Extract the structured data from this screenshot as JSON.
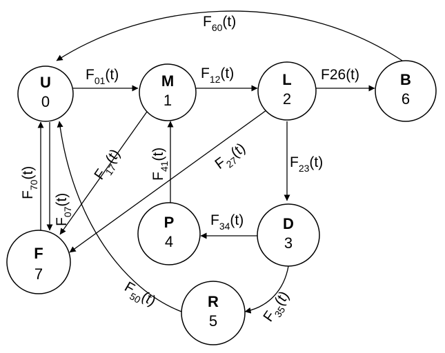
{
  "nodes": [
    {
      "id": "U",
      "name": "U",
      "num": "0"
    },
    {
      "id": "M",
      "name": "M",
      "num": "1"
    },
    {
      "id": "L",
      "name": "L",
      "num": "2"
    },
    {
      "id": "B",
      "name": "B",
      "num": "6"
    },
    {
      "id": "F",
      "name": "F",
      "num": "7"
    },
    {
      "id": "P",
      "name": "P",
      "num": "4"
    },
    {
      "id": "D",
      "name": "D",
      "num": "3"
    },
    {
      "id": "R",
      "name": "R",
      "num": "5"
    }
  ],
  "edges": [
    {
      "key": "e01",
      "from": "U",
      "to": "M",
      "base": "F",
      "sub": "01",
      "suffix": "(t)"
    },
    {
      "key": "e12",
      "from": "M",
      "to": "L",
      "base": "F",
      "sub": "12",
      "suffix": "(t)"
    },
    {
      "key": "e26",
      "from": "L",
      "to": "B",
      "base": "F26",
      "sub": "",
      "suffix": "(t)"
    },
    {
      "key": "e60",
      "from": "B",
      "to": "U",
      "base": "F",
      "sub": "60",
      "suffix": "(t)"
    },
    {
      "key": "e17",
      "from": "M",
      "to": "F",
      "base": "F",
      "sub": "17",
      "suffix": "(t)"
    },
    {
      "key": "e27",
      "from": "L",
      "to": "F",
      "base": "F",
      "sub": "27",
      "suffix": "(t)"
    },
    {
      "key": "e41",
      "from": "P",
      "to": "M",
      "base": "F",
      "sub": "41",
      "suffix": "(t)"
    },
    {
      "key": "e23",
      "from": "L",
      "to": "D",
      "base": "F",
      "sub": "23",
      "suffix": "(t)"
    },
    {
      "key": "e34",
      "from": "D",
      "to": "P",
      "base": "F",
      "sub": "34",
      "suffix": "(t)"
    },
    {
      "key": "e35",
      "from": "D",
      "to": "R",
      "base": "F",
      "sub": "35",
      "suffix": "(t)"
    },
    {
      "key": "e50",
      "from": "R",
      "to": "U",
      "base": "F",
      "sub": "50",
      "suffix": "(t)"
    },
    {
      "key": "e70",
      "from": "F",
      "to": "U",
      "base": "F",
      "sub": "70",
      "suffix": "(t)"
    },
    {
      "key": "e07",
      "from": "U",
      "to": "F",
      "base": "F",
      "sub": "07",
      "suffix": "(t)"
    }
  ]
}
